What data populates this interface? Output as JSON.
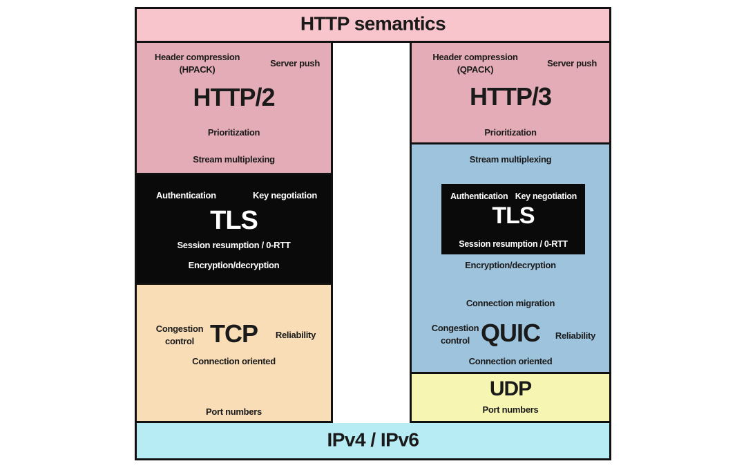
{
  "header": {
    "title": "HTTP semantics"
  },
  "footer": {
    "title": "IPv4 / IPv6"
  },
  "left_stack": {
    "http2": {
      "title": "HTTP/2",
      "header_compression_line1": "Header compression",
      "header_compression_line2": "(HPACK)",
      "server_push": "Server push",
      "prioritization": "Prioritization",
      "stream_multiplexing": "Stream multiplexing"
    },
    "tls": {
      "title": "TLS",
      "authentication": "Authentication",
      "key_negotiation": "Key negotiation",
      "session_resumption": "Session resumption / 0-RTT",
      "encryption": "Encryption/decryption"
    },
    "tcp": {
      "title": "TCP",
      "congestion_line1": "Congestion",
      "congestion_line2": "control",
      "reliability": "Reliability",
      "connection_oriented": "Connection oriented",
      "port_numbers": "Port numbers"
    }
  },
  "right_stack": {
    "http3": {
      "title": "HTTP/3",
      "header_compression_line1": "Header compression",
      "header_compression_line2": "(QPACK)",
      "server_push": "Server push",
      "prioritization": "Prioritization"
    },
    "quic": {
      "title": "QUIC",
      "stream_multiplexing": "Stream multiplexing",
      "tls": {
        "title": "TLS",
        "authentication": "Authentication",
        "key_negotiation": "Key negotiation",
        "session_resumption": "Session resumption / 0-RTT"
      },
      "encryption": "Encryption/decryption",
      "connection_migration": "Connection migration",
      "congestion_line1": "Congestion",
      "congestion_line2": "control",
      "reliability": "Reliability",
      "connection_oriented": "Connection oriented"
    },
    "udp": {
      "title": "UDP",
      "port_numbers": "Port numbers"
    }
  },
  "colors": {
    "banner_pink": "#f9c5cc",
    "http_pink": "#e3acb6",
    "tls_black": "#0a0a0a",
    "tcp_peach": "#f9ddb7",
    "quic_blue": "#9ec3dd",
    "udp_yellow": "#f6f6b2",
    "ip_cyan": "#b8ecf5"
  }
}
